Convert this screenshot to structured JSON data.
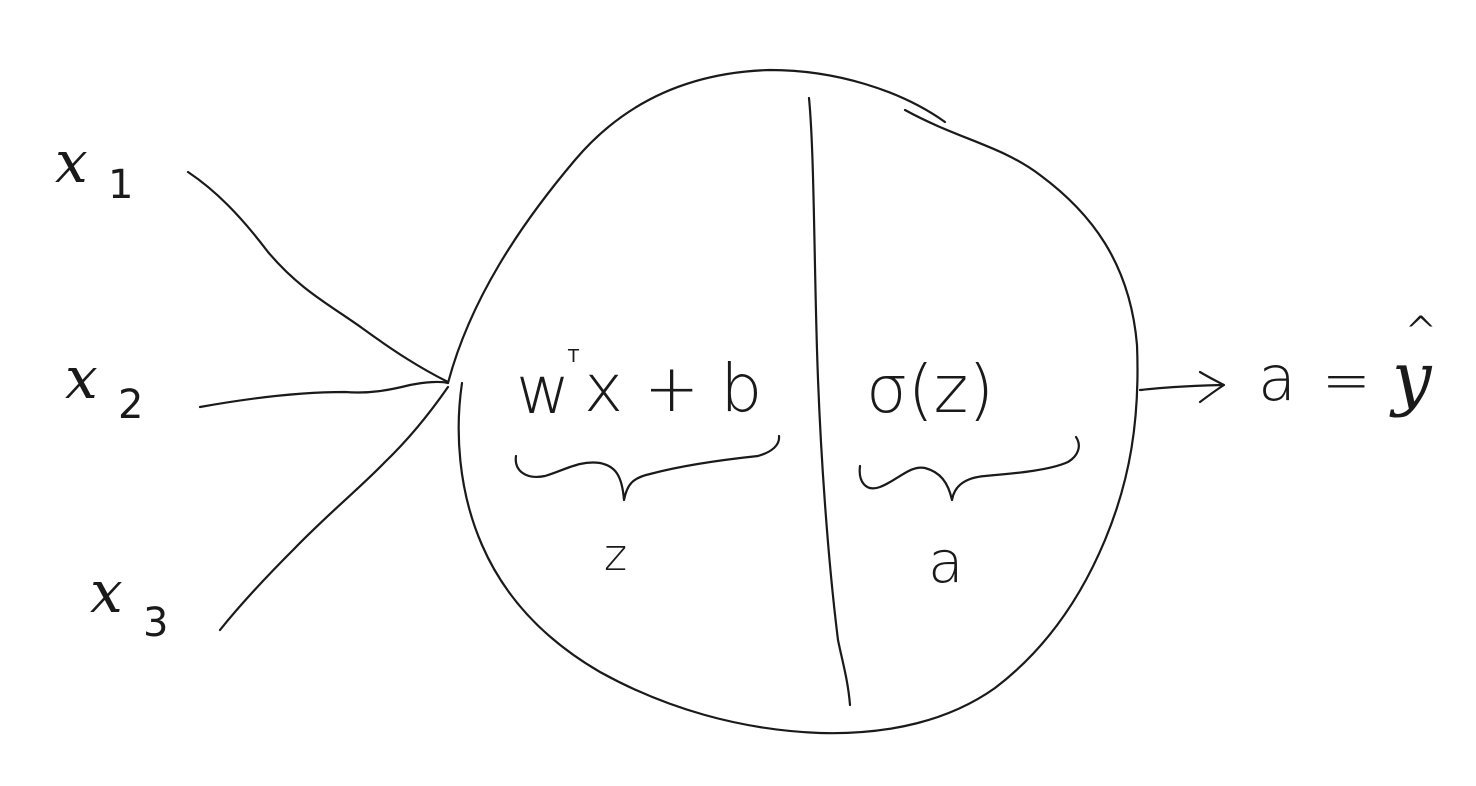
{
  "inputs": [
    {
      "symbol": "x",
      "subscript": "1"
    },
    {
      "symbol": "x",
      "subscript": "2"
    },
    {
      "symbol": "x",
      "subscript": "3"
    }
  ],
  "linear_part": {
    "expr_w": "w",
    "expr_sup": "T",
    "expr_rest": "x + b",
    "result": "z"
  },
  "activation_part": {
    "expr": "σ(z)",
    "result": "a"
  },
  "output": {
    "arrow": "→",
    "expr_left": "a",
    "equals": "=",
    "expr_right": "y",
    "hat": "^"
  }
}
